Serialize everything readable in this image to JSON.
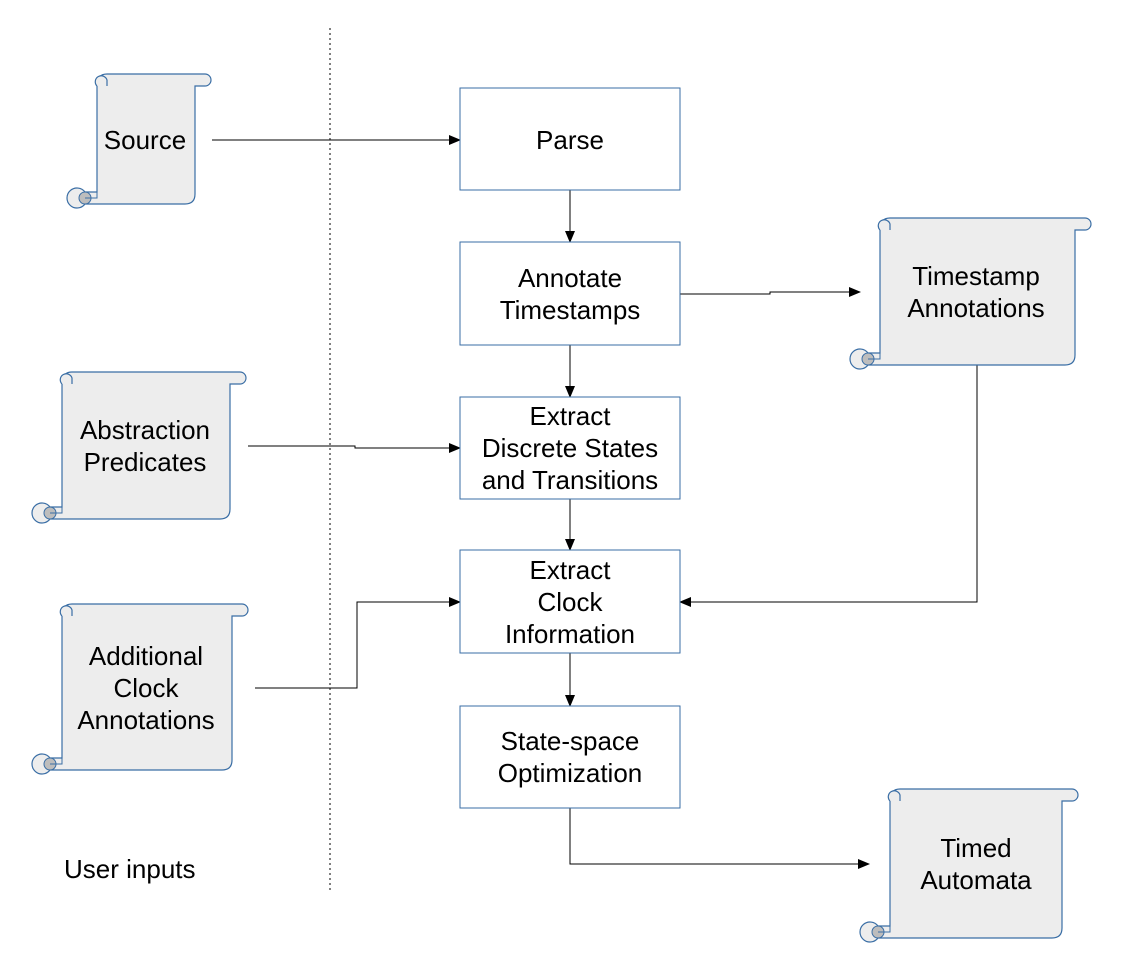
{
  "user_inputs_label": "User inputs",
  "colors": {
    "stroke": "#3a6ea5",
    "scroll_fill": "#ededed",
    "box_fill": "#ffffff",
    "arrow": "#000000",
    "divider": "#000000"
  },
  "inputs": {
    "source": [
      "Source"
    ],
    "abstraction_predicates": [
      "Abstraction",
      "Predicates"
    ],
    "clock_annotations": [
      "Additional",
      "Clock",
      "Annotations"
    ]
  },
  "steps": {
    "parse": [
      "Parse"
    ],
    "annotate_timestamps": [
      "Annotate",
      "Timestamps"
    ],
    "extract_states": [
      "Extract",
      "Discrete States",
      "and Transitions"
    ],
    "extract_clock": [
      "Extract",
      "Clock",
      "Information"
    ],
    "optimization": [
      "State-space",
      "Optimization"
    ]
  },
  "outputs": {
    "timestamp_annotations": [
      "Timestamp",
      "Annotations"
    ],
    "timed_automata": [
      "Timed",
      "Automata"
    ]
  }
}
